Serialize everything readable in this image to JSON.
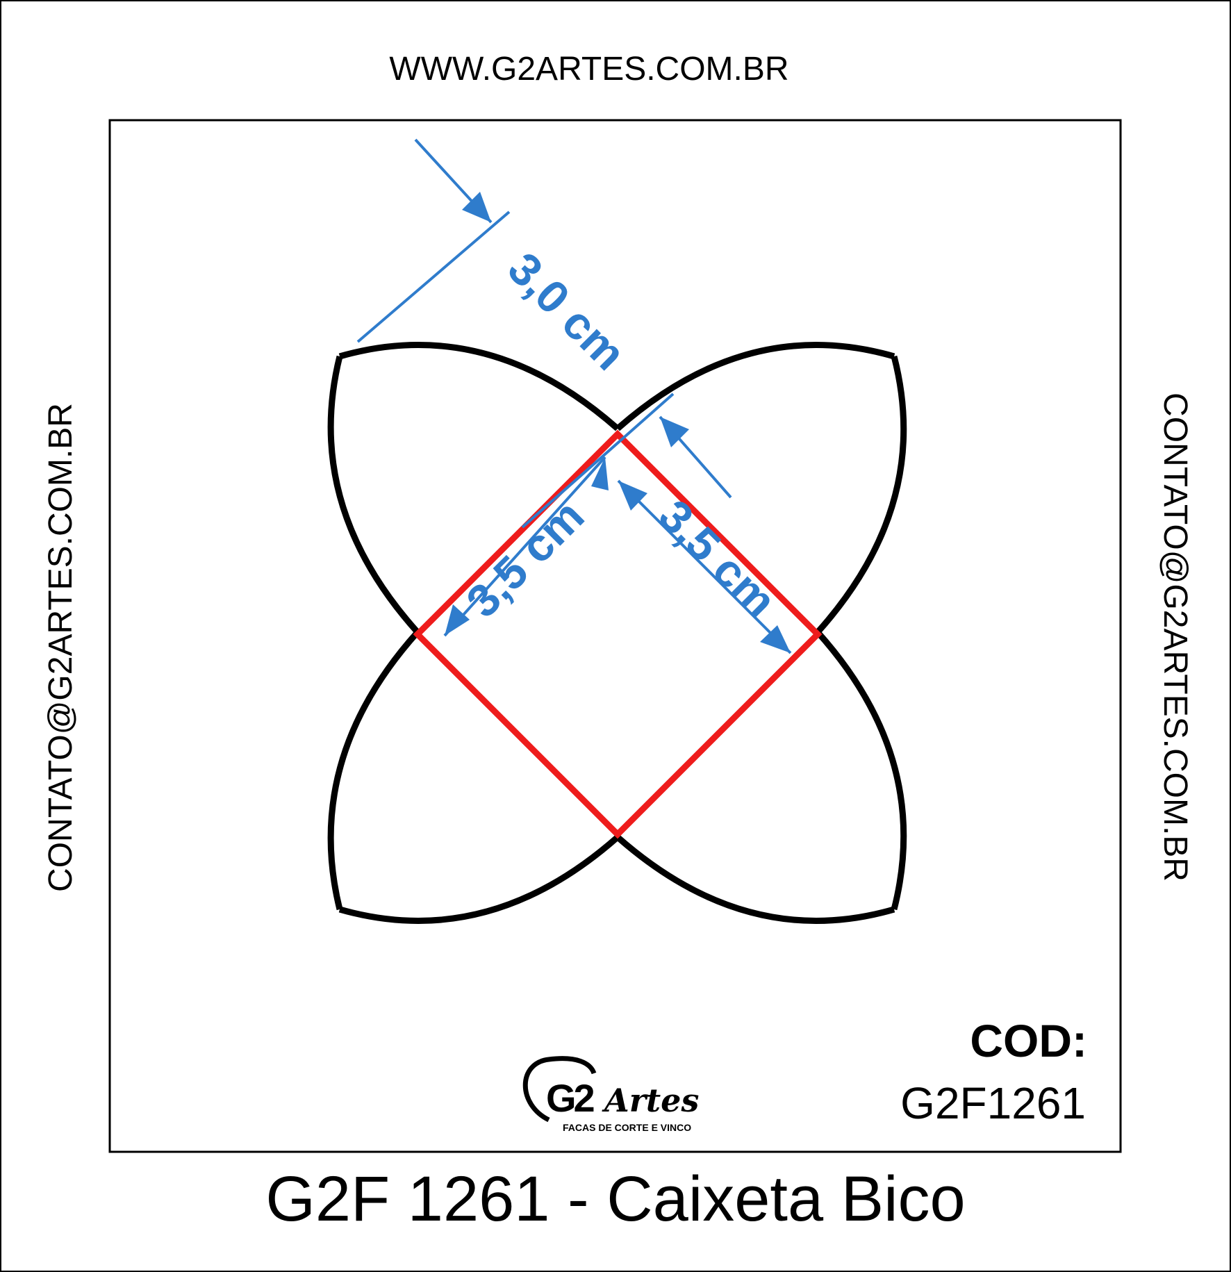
{
  "header": {
    "website": "WWW.G2ARTES.COM.BR"
  },
  "side": {
    "left_email": "CONTATO@G2ARTES.COM.BR",
    "right_email": "CONTATO@G2ARTES.COM.BR"
  },
  "diagram": {
    "dimensions": {
      "flap_height": "3,0 cm",
      "side_a": "3,5 cm",
      "side_b": "3,5 cm"
    },
    "colors": {
      "cut_line": "#000000",
      "base_square": "#ee1c1c",
      "dimension": "#2f7ccc",
      "frame": "#000000"
    }
  },
  "code": {
    "label": "COD:",
    "value": "G2F1261"
  },
  "logo": {
    "mark": "G2",
    "script": "Artes",
    "tagline": "FACAS DE CORTE E VINCO"
  },
  "footer": {
    "title": "G2F 1261 - Caixeta Bico"
  }
}
